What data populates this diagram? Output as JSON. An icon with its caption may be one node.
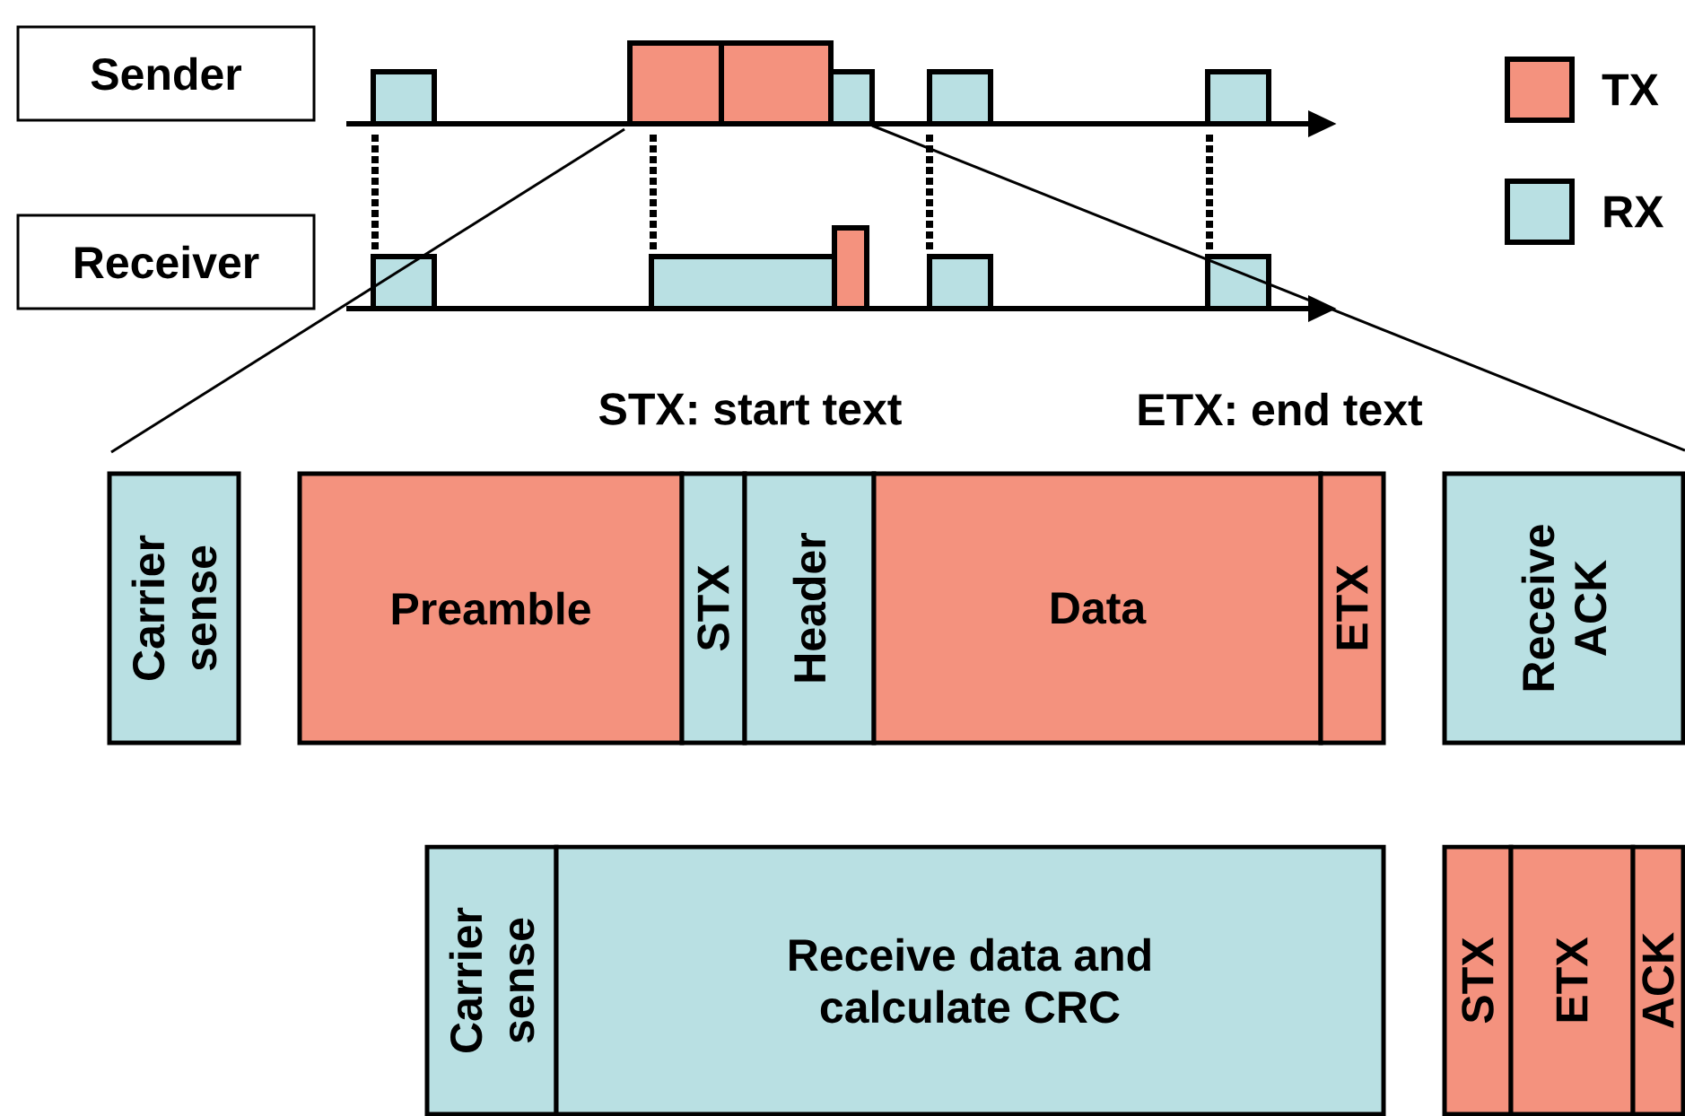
{
  "diagram": {
    "nodes": [
      {
        "text": [
          "Sender"
        ]
      },
      {
        "text": [
          "Receiver"
        ]
      },
      {
        "text": [
          "Carrier sense"
        ]
      },
      {
        "text": [
          "Preamble"
        ]
      },
      {
        "text": [
          "STX"
        ]
      },
      {
        "text": [
          "Header"
        ]
      },
      {
        "text": [
          "Data"
        ]
      },
      {
        "text": [
          "ETX"
        ]
      },
      {
        "text": [
          "Receive ACK"
        ]
      },
      {
        "text": [
          "Carrier sense"
        ]
      },
      {
        "text": [
          "Receive data and calculate CRC"
        ]
      },
      {
        "text": [
          "STX"
        ]
      },
      {
        "text": [
          "ETX"
        ]
      },
      {
        "text": [
          "ACK"
        ]
      }
    ],
    "labels": [
      "STX: start text",
      "ETX: end text"
    ],
    "legend": [
      {
        "text": "TX",
        "color": "#f4927e"
      },
      {
        "text": "RX",
        "color": "#b9e0e3"
      }
    ]
  }
}
